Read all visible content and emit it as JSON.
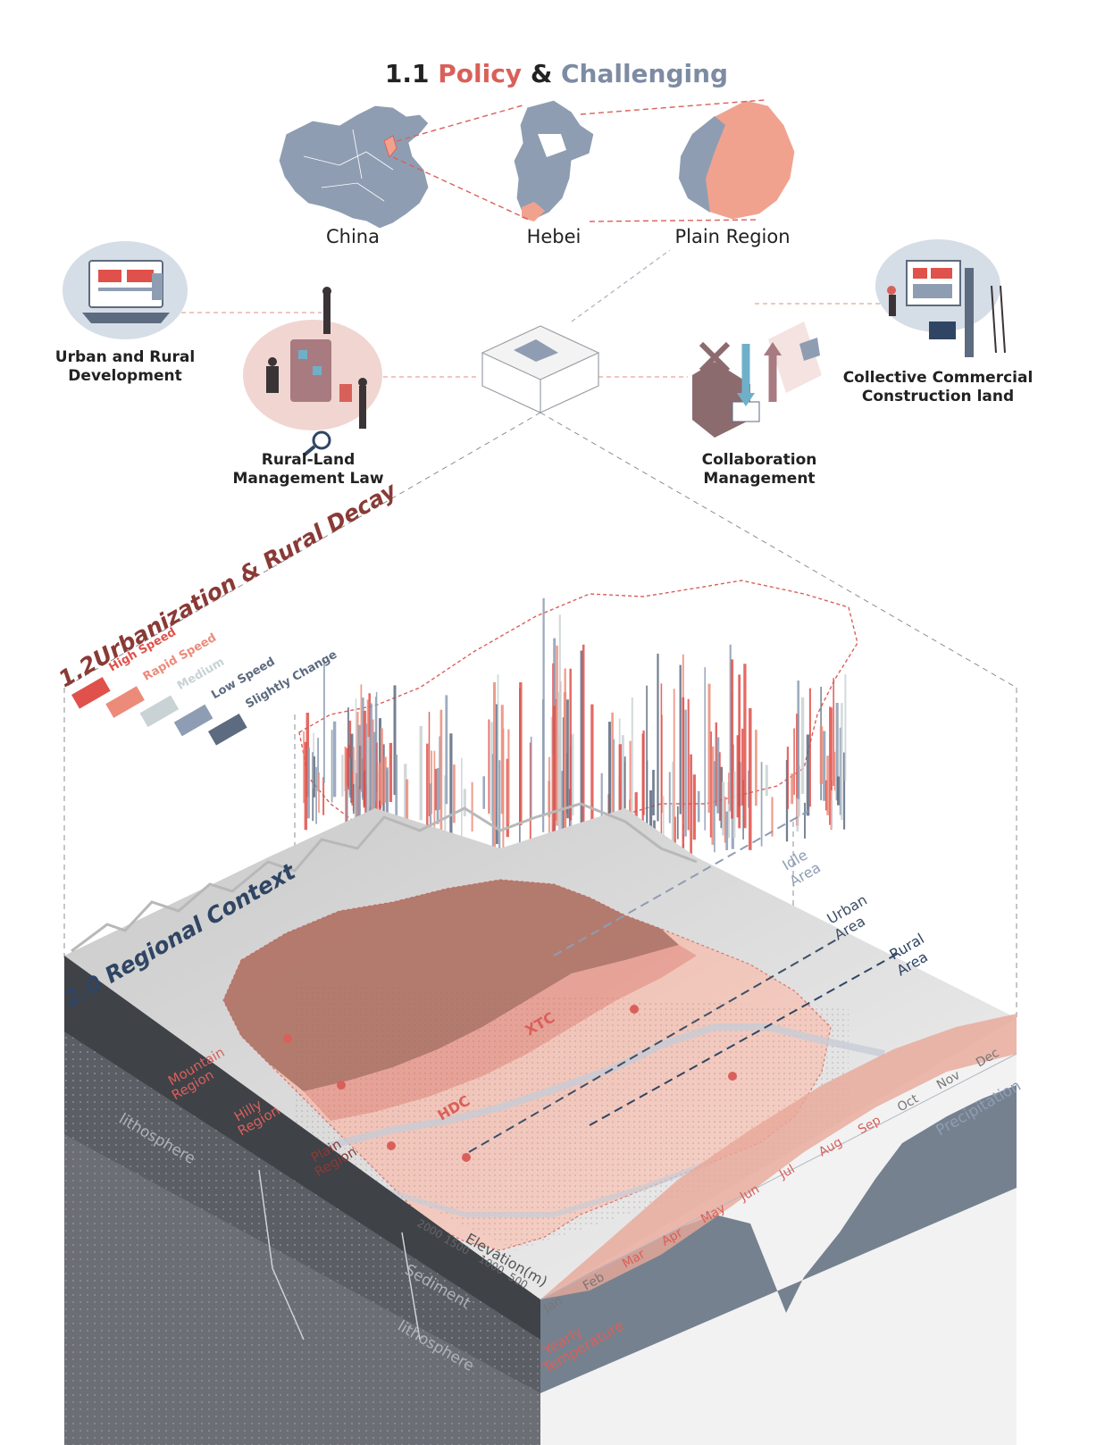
{
  "title": {
    "num": "1.1",
    "policy": "Policy",
    "amp": "&",
    "challenging": "Challenging"
  },
  "maps": {
    "china": "China",
    "hebei": "Hebei",
    "plain": "Plain Region"
  },
  "policy_items": {
    "urban_rural": [
      "Urban and Rural",
      "Development"
    ],
    "rural_land": [
      "Rural-Land",
      "Management Law"
    ],
    "collective": [
      "Collective Commercial",
      "Construction land"
    ],
    "collaboration": [
      "Collaboration",
      "Management"
    ]
  },
  "urbanization": {
    "title": "1.2Urbanization & Rural Decay",
    "legend": [
      {
        "label": "High Speed",
        "color": "#e0514b"
      },
      {
        "label": "Rapid Speed",
        "color": "#ec8b7a"
      },
      {
        "label": "Medium",
        "color": "#c9d2d4"
      },
      {
        "label": "Low Speed",
        "color": "#8e9db3"
      },
      {
        "label": "Slightly Change",
        "color": "#5d6b80"
      }
    ]
  },
  "regional": {
    "title": "2.0 Regional Context",
    "area_labels": [
      [
        "Idle",
        "Area"
      ],
      [
        "Urban",
        "Area"
      ],
      [
        "Rural",
        "Area"
      ]
    ],
    "regions": [
      [
        "Mountain",
        "Region"
      ],
      [
        "Hilly",
        "Region"
      ],
      [
        "Plain",
        "Region"
      ]
    ],
    "cities": [
      "XTC",
      "HDC"
    ],
    "elevation": {
      "label": "Elevation(m)",
      "ticks": [
        "2000",
        "1500",
        "1000",
        "500"
      ]
    },
    "layers": [
      "lithosphere",
      "Sediment",
      "lithosphere"
    ]
  },
  "climate": {
    "months": [
      "Jan",
      "Feb",
      "Mar",
      "Apr",
      "May",
      "Jun",
      "Jul",
      "Aug",
      "Sep",
      "Oct",
      "Nov",
      "Dec"
    ],
    "precipitation_label": "Precipitation",
    "temperature_label": [
      "Yearly",
      "Temperature"
    ]
  },
  "colors": {
    "red": "#d9605a",
    "slate": "#7d8ba3",
    "dark_red": "#8a3a36",
    "navy": "#2f4563"
  }
}
